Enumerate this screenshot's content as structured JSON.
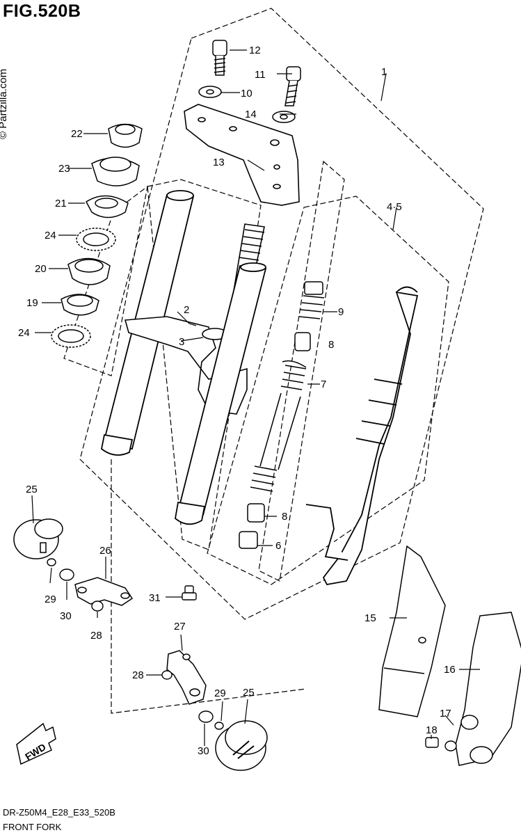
{
  "header": {
    "figure_title": "FIG.520B"
  },
  "watermark": "© Partzilla.com",
  "footer": {
    "model_code": "DR-Z50M4_E28_E33_520B",
    "caption": "FRONT FORK"
  },
  "badge": {
    "fwd": "FWD"
  },
  "callouts": [
    "1",
    "2",
    "3",
    "4·5",
    "6",
    "7",
    "8",
    "8",
    "9",
    "10",
    "11",
    "12",
    "13",
    "14",
    "15",
    "16",
    "17",
    "18",
    "19",
    "20",
    "21",
    "22",
    "23",
    "24",
    "24",
    "25",
    "25",
    "26",
    "27",
    "28",
    "28",
    "29",
    "29",
    "30",
    "30",
    "31"
  ]
}
